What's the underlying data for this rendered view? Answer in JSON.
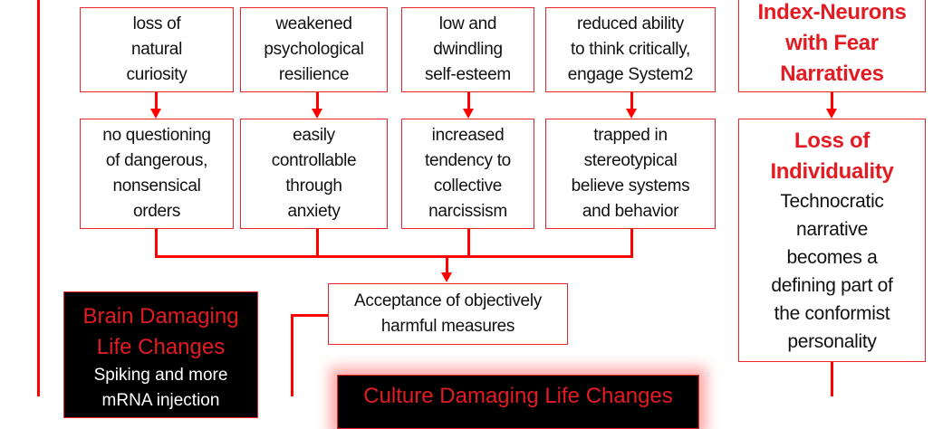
{
  "row1": [
    "loss of natural curiosity",
    "weakened psychological resilience",
    "low and dwindling self-esteem",
    "reduced ability to think critically, engage System2"
  ],
  "row1_lines": [
    [
      "loss of",
      "natural",
      "curiosity"
    ],
    [
      "weakened",
      "psychological",
      "resilience"
    ],
    [
      "low and",
      "dwindling",
      "self-esteem"
    ],
    [
      "reduced ability",
      "to think critically,",
      "engage System2"
    ]
  ],
  "row2_lines": [
    [
      "no questioning",
      "of dangerous,",
      "nonsensical",
      "orders"
    ],
    [
      "easily",
      "controllable",
      "through",
      "anxiety"
    ],
    [
      "increased",
      "tendency to",
      "collective",
      "narcissism"
    ],
    [
      "trapped in",
      "stereotypical",
      "believe systems",
      "and behavior"
    ]
  ],
  "acceptance": [
    "Acceptance of objectively",
    "harmful measures"
  ],
  "right_top": [
    "Index-Neurons",
    "with Fear",
    "Narratives"
  ],
  "right_bottom": {
    "title": [
      "Loss of",
      "Individuality"
    ],
    "body": [
      "Technocratic",
      "narrative",
      "becomes a",
      "defining part of",
      "the conformist",
      "personality"
    ]
  },
  "brain": {
    "title": [
      "Brain Damaging",
      "Life Changes"
    ],
    "body": [
      "Spiking and more",
      "mRNA injection"
    ]
  },
  "culture": {
    "title": "Culture Damaging Life Changes"
  },
  "colors": {
    "accent": "#ff0000",
    "title_red": "#e31b23"
  }
}
